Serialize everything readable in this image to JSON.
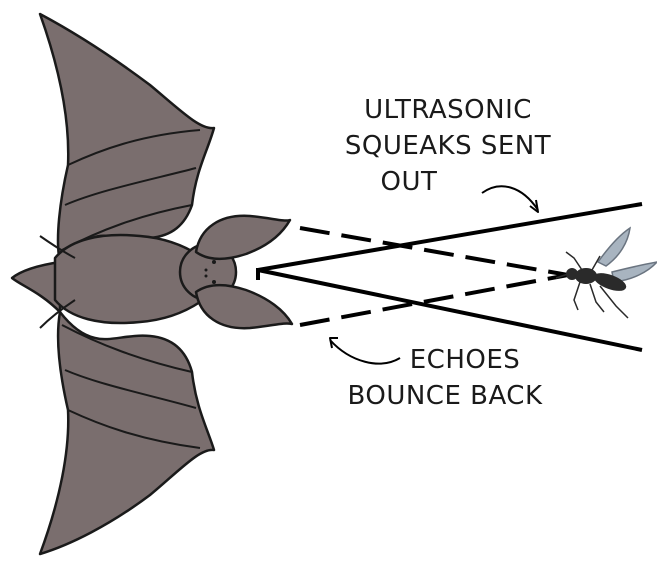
{
  "labels": {
    "squeaks_line1": "ULTRASONIC",
    "squeaks_line2": "SQUEAKS SENT",
    "squeaks_line3": "OUT",
    "echoes_line1": "ECHOES",
    "echoes_line2": "BOUNCE BACK"
  },
  "colors": {
    "bat_body": "#7a6e6e",
    "bat_outline": "#1a1a1a",
    "lines": "#000000",
    "mosquito": "#2a2a2a",
    "mosquito_wing": "#a8b4c0"
  },
  "icons": [
    "bat-illustration",
    "mosquito-illustration",
    "curved-arrow-icon"
  ]
}
